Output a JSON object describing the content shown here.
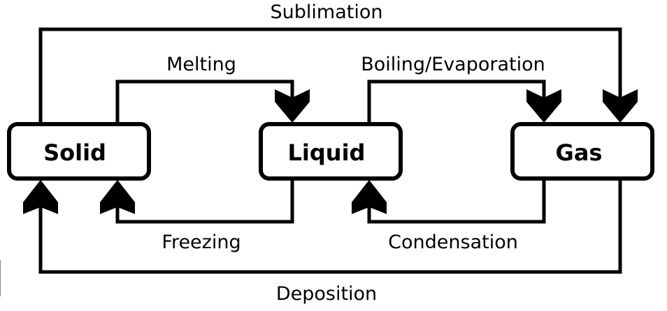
{
  "states": {
    "solid": "Solid",
    "liquid": "Liquid",
    "gas": "Gas"
  },
  "transitions": {
    "sublimation": "Sublimation",
    "melting": "Melting",
    "boiling": "Boiling/Evaporation",
    "freezing": "Freezing",
    "condensation": "Condensation",
    "deposition": "Deposition"
  },
  "colors": {
    "stroke": "#000000",
    "background": "#ffffff"
  }
}
